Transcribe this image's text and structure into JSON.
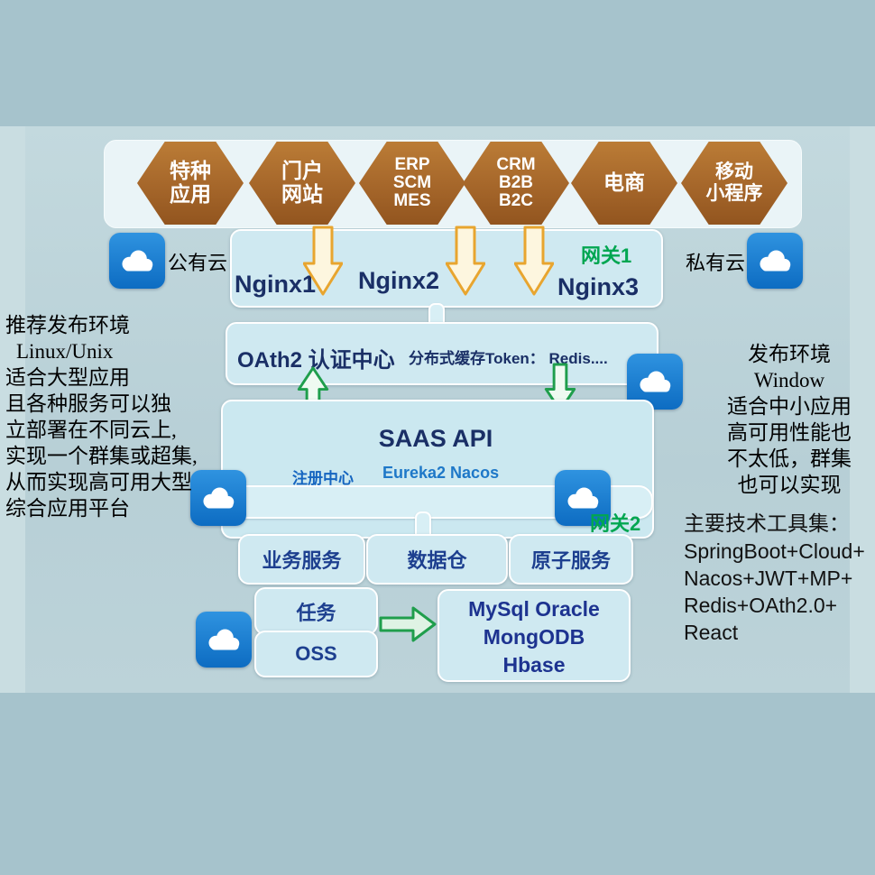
{
  "top_apps": {
    "items": [
      {
        "line1": "特种",
        "line2": "应用"
      },
      {
        "line1": "门户",
        "line2": "网站"
      },
      {
        "line1": "ERP",
        "line2": "SCM",
        "line3": "MES"
      },
      {
        "line1": "CRM",
        "line2": "B2B",
        "line3": "B2C"
      },
      {
        "line1": "电商"
      },
      {
        "line1": "移动",
        "line2": "小程序"
      }
    ]
  },
  "cloud_labels": {
    "public": "公有云",
    "private": "私有云"
  },
  "gateway1": {
    "label": "网关1",
    "n1": "Nginx1",
    "n2": "Nginx2",
    "n3": "Nginx3"
  },
  "oauth": {
    "title": "OAth2 认证中心",
    "cache": "分布式缓存Token：  Redis...."
  },
  "saas": {
    "title": "SAAS   API",
    "registry_label": "注册中心",
    "registry_values": "Eureka2    Nacos",
    "gateway2": "网关2"
  },
  "services": {
    "s1": "业务服务",
    "s2": "数据仓",
    "s3": "原子服务"
  },
  "middleware": {
    "task": "任务",
    "oss": "OSS"
  },
  "databases": {
    "line1": "MySql  Oracle",
    "line2": "MongODB",
    "line3": "Hbase"
  },
  "left_note": {
    "lines": [
      "推荐发布环境",
      "Linux/Unix",
      "适合大型应用",
      "且各种服务可以独",
      "立部署在不同云上,",
      "实现一个群集或超集,",
      "从而实现高可用大型",
      "综合应用平台"
    ]
  },
  "right_note": {
    "lines": [
      "发布环境",
      "Window",
      "适合中小应用",
      "高可用性能也",
      "不太低，群集",
      "也可以实现"
    ]
  },
  "tools": {
    "title": "主要技术工具集：",
    "lines": [
      "SpringBoot+Cloud+",
      "Nacos+JWT+MP+",
      "Redis+OAth2.0+",
      "React"
    ]
  },
  "colors": {
    "hexagon_brown": "#a5662a",
    "accent_green": "#00a651",
    "navy": "#1a2f66",
    "cloud_blue": "#1076ce",
    "box_fill": "#cfe9f1"
  }
}
